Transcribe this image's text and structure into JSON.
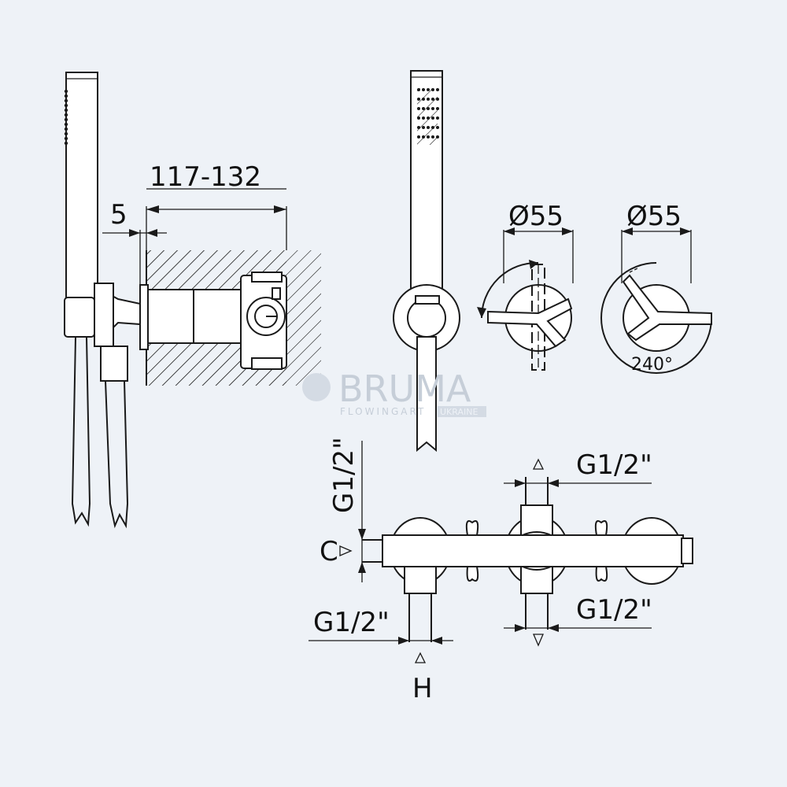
{
  "dimensions": {
    "depth_range": "117-132",
    "offset": "5",
    "diameter_left": "Ø55",
    "diameter_right": "Ø55",
    "rotation_angle": "240°"
  },
  "connections": {
    "top_label": "G1/2\"",
    "bottom_right_label": "G1/2\"",
    "bottom_left_label": "G1/2\"",
    "vertical_left_label": "G1/2\"",
    "cold_marker": "C",
    "hot_marker": "H"
  },
  "watermark": {
    "brand": "BRUMA",
    "tagline": "FLOWINGART",
    "region": "UKRAINE"
  },
  "colors": {
    "background": "#eef2f7",
    "line": "#1a1a1a",
    "watermark": "#c6ced8"
  }
}
